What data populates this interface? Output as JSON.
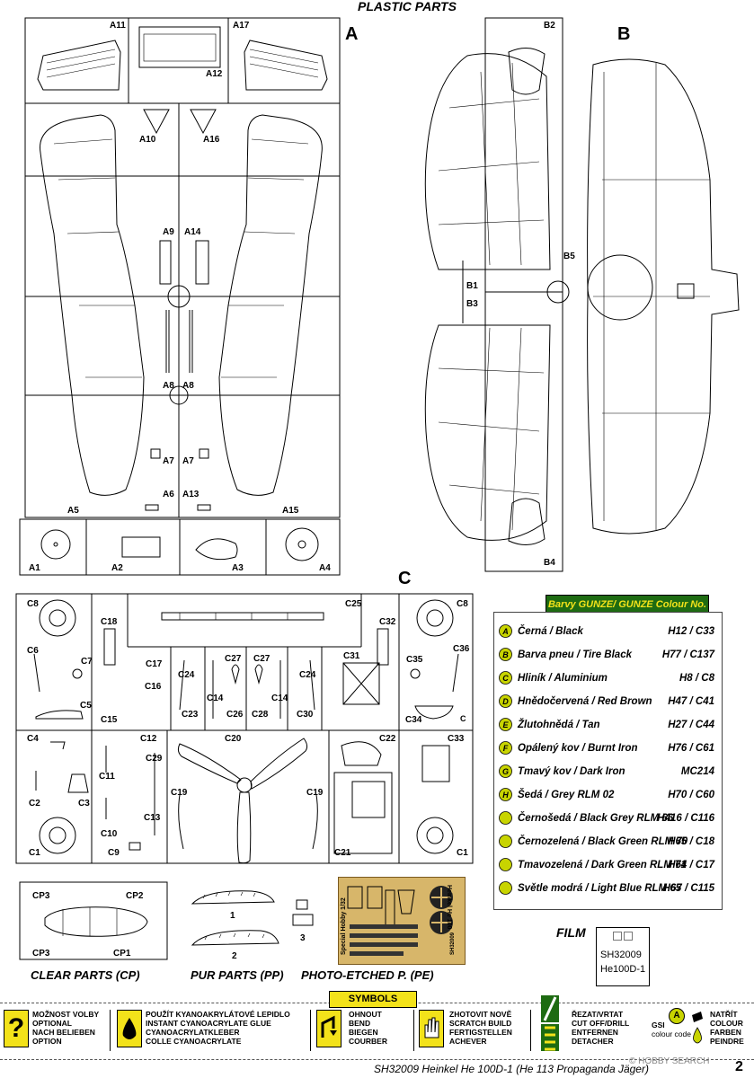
{
  "header": {
    "title": "PLASTIC PARTS"
  },
  "sprues": {
    "a": {
      "letter": "A",
      "labels": {
        "a11": "A11",
        "a12": "A12",
        "a17": "A17",
        "a10": "A10",
        "a16": "A16",
        "a9": "A9",
        "a14": "A14",
        "a8l": "A8",
        "a8r": "A8",
        "a7l": "A7",
        "a7r": "A7",
        "a6": "A6",
        "a13": "A13",
        "a5": "A5",
        "a15": "A15",
        "a1": "A1",
        "a2": "A2",
        "a3": "A3",
        "a4": "A4",
        "a_gate": "A"
      }
    },
    "b": {
      "letter": "B",
      "labels": {
        "b2": "B2",
        "b5": "B5",
        "b1": "B1",
        "b3": "B3",
        "b4": "B4",
        "b_gate": "B"
      }
    },
    "c": {
      "letter": "C",
      "labels": {
        "c8l": "C8",
        "c18": "C18",
        "c25": "C25",
        "c32": "C32",
        "c8r": "C8",
        "c6": "C6",
        "c7": "C7",
        "c17": "C17",
        "c24l": "C24",
        "c27l": "C27",
        "c27r": "C27",
        "c24r": "C24",
        "c31": "C31",
        "c35": "C35",
        "c36": "C36",
        "c5": "C5",
        "c16": "C16",
        "c15": "C15",
        "c23": "C23",
        "c14l": "C14",
        "c26": "C26",
        "c28": "C28",
        "c14r": "C14",
        "c30": "C30",
        "c34": "C34",
        "c_gate": "C",
        "c4": "C4",
        "c12": "C12",
        "c20": "C20",
        "c22": "C22",
        "c33": "C33",
        "c29": "C29",
        "c11": "C11",
        "c2": "C2",
        "c3": "C3",
        "c19l": "C19",
        "c19r": "C19",
        "c13": "C13",
        "c10": "C10",
        "c9": "C9",
        "c1l": "C1",
        "c21": "C21",
        "c1r": "C1"
      }
    }
  },
  "clear_parts": {
    "caption": "CLEAR PARTS (CP)",
    "labels": {
      "cp3a": "CP3",
      "cp2": "CP2",
      "cp3b": "CP3",
      "cp1": "CP1"
    }
  },
  "pur_parts": {
    "caption": "PUR PARTS (PP)",
    "labels": {
      "p1": "1",
      "p2": "2",
      "p3": "3"
    }
  },
  "pe_parts": {
    "caption": "PHOTO-ETCHED P. (PE)",
    "fret_text_1": "Heinkel He 100",
    "fret_text_2": "Special Hobby 1/32",
    "fret_text_3": "SH32009"
  },
  "colours": {
    "title_a": "Barvy GUNZE/",
    "title_b": " GUNZE Colour No.",
    "rows": [
      {
        "key": "A",
        "name": "Černá / Black",
        "code": "H12 / C33",
        "color": "#111111"
      },
      {
        "key": "B",
        "name": "Barva pneu / Tire Black",
        "code": "H77 / C137",
        "color": "#222222"
      },
      {
        "key": "C",
        "name": "Hliník / Aluminium",
        "code": "H8 / C8",
        "color": "#b8b8b8"
      },
      {
        "key": "D",
        "name": "Hnědočervená / Red Brown",
        "code": "H47 / C41",
        "color": "#7a2a1a"
      },
      {
        "key": "E",
        "name": "Žlutohnědá / Tan",
        "code": "H27 / C44",
        "color": "#c8a060"
      },
      {
        "key": "F",
        "name": "Opálený kov / Burnt Iron",
        "code": "H76 / C61",
        "color": "#5a4a3a"
      },
      {
        "key": "G",
        "name": "Tmavý kov / Dark Iron",
        "code": "MC214",
        "color": "#444444"
      },
      {
        "key": "H",
        "name": "Šedá / Grey RLM 02",
        "code": "H70 / C60",
        "color": "#8a8a70"
      },
      {
        "key": "",
        "name": "Černošedá / Black Grey RLM 66",
        "code": "H416 / C116",
        "color": "#2e3030"
      },
      {
        "key": "",
        "name": "Černozelená / Black Green RLM 70",
        "code": "H65 / C18",
        "color": "#27331f"
      },
      {
        "key": "",
        "name": "Tmavozelená / Dark Green RLM 71",
        "code": "H64 / C17",
        "color": "#3b4a2c"
      },
      {
        "key": "",
        "name": "Světle modrá / Light Blue RLM 65",
        "code": "H67 / C115",
        "color": "#8fb0c8"
      }
    ],
    "accent": "#1e6b12",
    "accent_text": "#f3e21a",
    "bead_yellow": "#c8d400"
  },
  "film": {
    "label": "FILM",
    "line1": "SH32009",
    "line2": "He100D-1"
  },
  "symbols": {
    "title": "SYMBOLS",
    "items": [
      {
        "icon": "question-icon",
        "text": [
          "MOŽNOST VOLBY",
          "OPTIONAL",
          "NACH BELIEBEN",
          "OPTION"
        ]
      },
      {
        "icon": "glue-drop-icon",
        "text": [
          "POUŽÍT KYANOAKRYLÁTOVÉ LEPIDLO",
          "INSTANT CYANOACRYLATE GLUE",
          "CYANOACRYLATKLEBER",
          "COLLE CYANOACRYLATE"
        ]
      },
      {
        "icon": "bend-icon",
        "text": [
          "OHNOUT",
          "BEND",
          "BIEGEN",
          "COURBER"
        ]
      },
      {
        "icon": "scratch-build-hand-icon",
        "text": [
          "ZHOTOVIT NOVĚ",
          "SCRATCH BUILD",
          "FERTIGSTELLEN",
          "ACHEVER"
        ]
      },
      {
        "icon": "cut-drill-icon",
        "text": [
          "ŘEZAT/VRTAT",
          "CUT OFF/DRILL",
          "ENTFERNEN",
          "DETACHER"
        ]
      },
      {
        "icon": "gsi-colour-code-icon",
        "text": [
          "GSI",
          "colour code"
        ]
      },
      {
        "icon": "paint-icon",
        "text": [
          "NATŘÍT",
          "COLOUR",
          "FARBEN",
          "PEINDRE"
        ]
      }
    ]
  },
  "footer": {
    "text": "SH32009  Heinkel He 100D-1 (He 113 Propaganda Jäger)",
    "page": "2",
    "watermark": "© HOBBY SEARCH"
  }
}
